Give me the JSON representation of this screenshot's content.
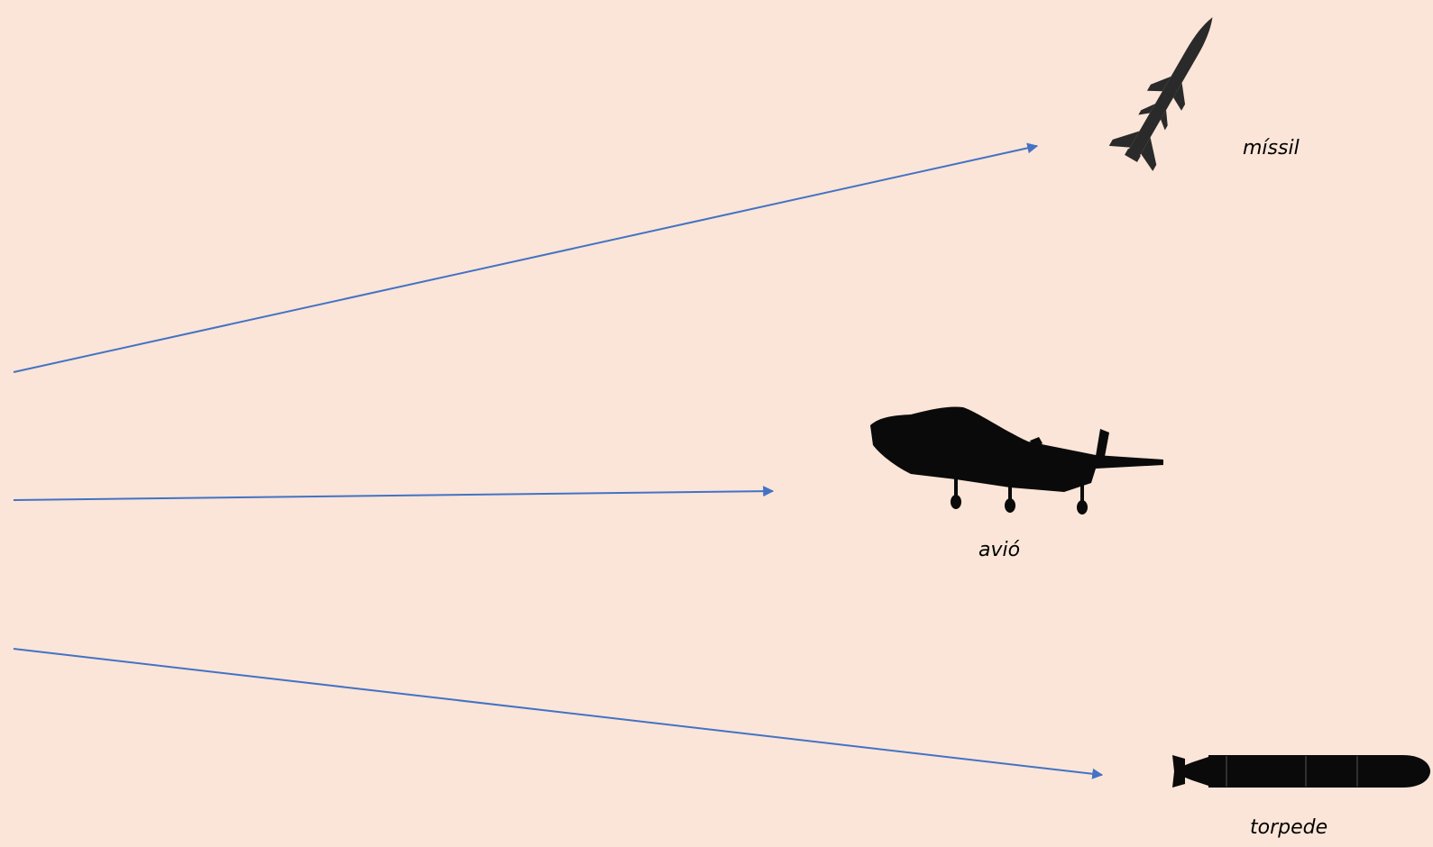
{
  "colors": {
    "background": "#fae5d8",
    "arrow": "#4472c4",
    "silhouette": "#0a0a0a",
    "missile": "#2a2a2a"
  },
  "targets": [
    {
      "label": "míssil",
      "icon": "missile-icon"
    },
    {
      "label": "avió",
      "icon": "plane-icon"
    },
    {
      "label": "torpede",
      "icon": "torpedo-icon"
    }
  ]
}
